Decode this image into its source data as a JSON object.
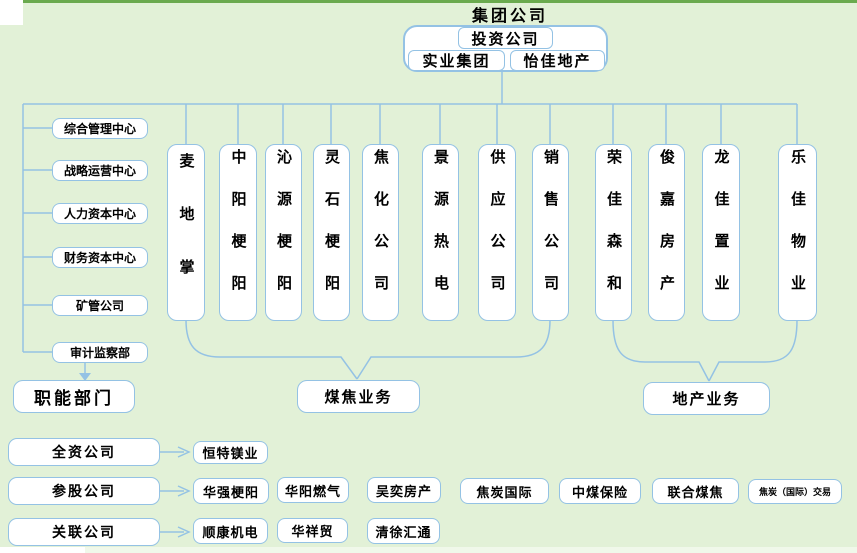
{
  "page": {
    "title": "集团公司"
  },
  "top_group": {
    "investment_company": "投资公司",
    "industrial_group": "实业集团",
    "yijia_realestate": "怡佳地产"
  },
  "functional_departments": {
    "items": [
      "综合管理中心",
      "战略运营中心",
      "人力资本中心",
      "财务资本中心",
      "矿管公司",
      "审计监察部"
    ],
    "summary_label": "职能部门"
  },
  "coal_coke_business": {
    "label": "煤焦业务",
    "companies": [
      "麦地掌",
      "中阳梗阳",
      "沁源梗阳",
      "灵石梗阳",
      "焦化公司",
      "景源热电",
      "供应公司",
      "销售公司"
    ]
  },
  "real_estate_business": {
    "label": "地产业务",
    "companies": [
      "荣佳森和",
      "俊嘉房产",
      "龙佳置业",
      "乐佳物业"
    ]
  },
  "bottom_rows": [
    {
      "label": "全资公司",
      "items": [
        "恒特镁业"
      ]
    },
    {
      "label": "参股公司",
      "items": [
        "华强梗阳",
        "华阳燃气",
        "吴奕房产",
        "焦炭国际",
        "中煤保险",
        "联合煤焦",
        "焦炭（国际）交易"
      ]
    },
    {
      "label": "关联公司",
      "items": [
        "顺康机电",
        "华祥贸",
        "清徐汇通"
      ]
    }
  ],
  "colors": {
    "background": "#e2f1d7",
    "box_fill": "#ffffff",
    "box_border": "#94c2e4",
    "connector": "#94c2e4",
    "top_bar": "#6aaa4e",
    "text": "#000000"
  }
}
